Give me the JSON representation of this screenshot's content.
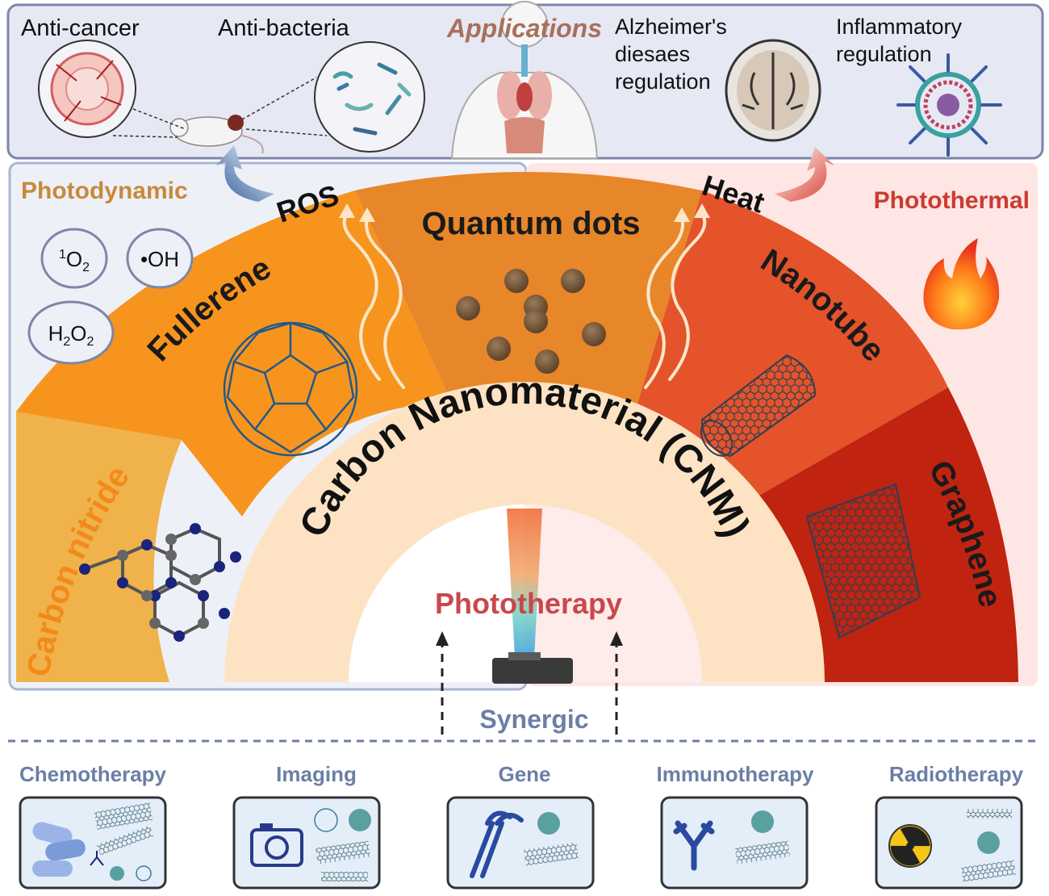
{
  "applications": {
    "title": "Applications",
    "anti_cancer": "Anti-cancer",
    "anti_bacteria": "Anti-bacteria",
    "alzheimers_line1": "Alzheimer's",
    "alzheimers_line2": "diesaes",
    "alzheimers_line3": "regulation",
    "inflammatory_line1": "Inflammatory",
    "inflammatory_line2": "regulation"
  },
  "mechanisms": {
    "photodynamic": "Photodynamic",
    "photothermal": "Photothermal",
    "ros": "ROS",
    "heat": "Heat"
  },
  "ros_species": {
    "singlet_oxygen_sup": "1",
    "singlet_oxygen_main": "O",
    "singlet_oxygen_sub": "2",
    "hydroxyl": "•OH",
    "peroxide_h": "H",
    "peroxide_sub1": "2",
    "peroxide_o": "O",
    "peroxide_sub2": "2"
  },
  "materials": {
    "carbon_nitride": "Carbon nitride",
    "fullerene": "Fullerene",
    "quantum_dots": "Quantum dots",
    "nanotube": "Nanotube",
    "graphene": "Graphene"
  },
  "center": {
    "cnm": "Carbon Nanomaterial (CNM)",
    "phototherapy": "Phototherapy",
    "synergic": "Synergic"
  },
  "therapies": [
    {
      "label": "Chemotherapy"
    },
    {
      "label": "Imaging"
    },
    {
      "label": "Gene"
    },
    {
      "label": "Immunotherapy"
    },
    {
      "label": "Radiotherapy"
    }
  ],
  "colors": {
    "carbon_nitride": "#f0b24a",
    "fullerene": "#f7941d",
    "quantum_dots": "#e8862a",
    "nanotube": "#e4532a",
    "graphene": "#c0230f",
    "inner_ring": "#fde3c4",
    "photodynamic_text": "#c8893a",
    "photothermal_text": "#cc3b2f",
    "phototherapy_text": "#c9474d",
    "synergic_text": "#6b7fa6",
    "therapy_text": "#6b7fa6",
    "panel_fill": "#e6e8f4",
    "panel_stroke": "#7c86a8",
    "title_text": "#a8705a"
  }
}
